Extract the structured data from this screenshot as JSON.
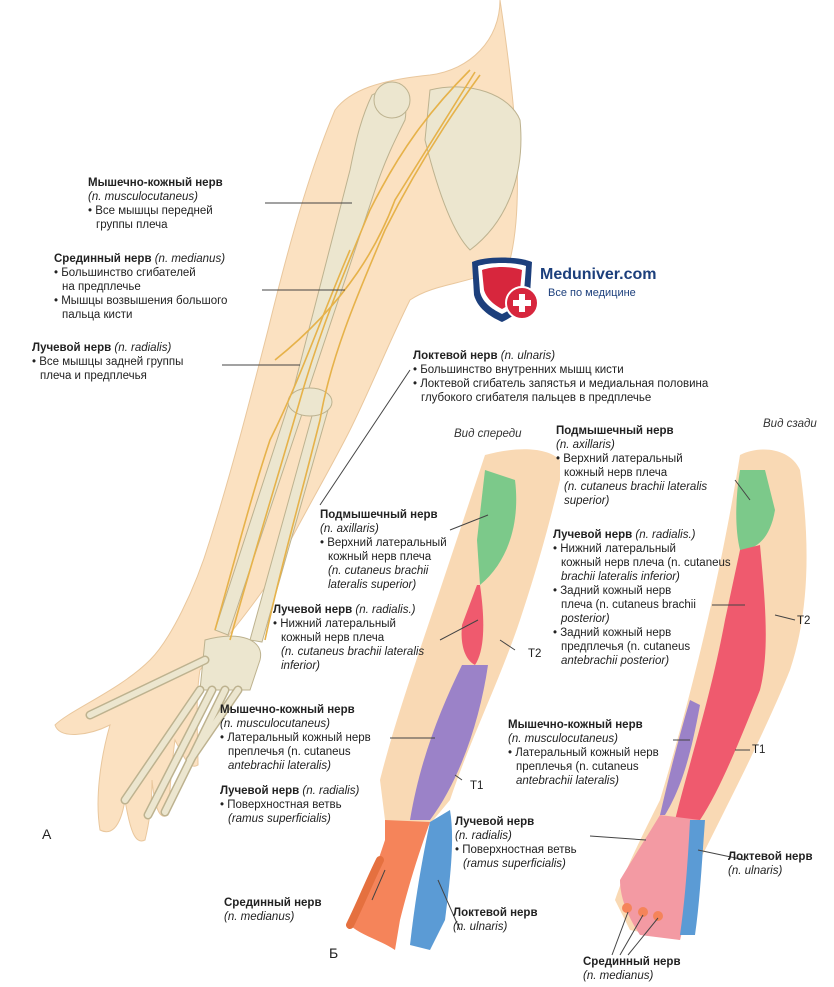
{
  "logo": {
    "name": "Meduniver.com",
    "tagline": "Все по медицине"
  },
  "figures": {
    "a": "А",
    "b": "Б"
  },
  "views": {
    "front": "Вид спереди",
    "back": "Вид сзади"
  },
  "segments": {
    "t1": "T1",
    "t2": "T2"
  },
  "colors": {
    "axillary": "#7cc98a",
    "radial": "#ef5a6e",
    "musculocutaneous": "#9b82c8",
    "ulnar": "#5b9bd5",
    "median": "#f5845a",
    "skin": "#f9d9b4",
    "bone": "#ece6cf",
    "nerve": "#e6b24a"
  },
  "labels": {
    "musc": {
      "title": "Мышечно-кожный нерв",
      "latin": "(n. musculocutaneus)",
      "items": [
        "• Все мышцы передней",
        "группы плеча"
      ]
    },
    "median": {
      "title": "Срединный нерв",
      "latin": "(n. medianus)",
      "items": [
        "• Большинство сгибателей",
        "на предплечье",
        "• Мышцы возвышения большого",
        "пальца кисти"
      ]
    },
    "radial": {
      "title": "Лучевой нерв",
      "latin": "(n. radialis)",
      "items": [
        "• Все мышцы задней группы",
        "плеча и предплечья"
      ]
    },
    "ulnar": {
      "title": "Локтевой нерв",
      "latin": "(n. ulnaris)",
      "items": [
        "• Большинство внутренних мышц кисти",
        "• Локтевой сгибатель запястья и медиальная половина",
        "глубокого сгибателя пальцев в предплечье"
      ]
    },
    "f_axillary": {
      "title": "Подмышечный нерв",
      "latin": "(n. axillaris)",
      "items": [
        "• Верхний латеральный",
        "кожный нерв плеча",
        "(n. cutaneus brachii",
        "lateralis superior)"
      ]
    },
    "f_radial": {
      "title": "Лучевой нерв",
      "latin": "(n. radialis.)",
      "items": [
        "• Нижний латеральный",
        "кожный нерв плеча",
        "(n. cutaneus brachii lateralis",
        "inferior)"
      ]
    },
    "f_musc": {
      "title": "Мышечно-кожный нерв",
      "latin": "(n. musculocutaneus)",
      "items": [
        "• Латеральный кожный нерв",
        "преплечья (n. cutaneus",
        "antebrachii lateralis)"
      ]
    },
    "f_radial2": {
      "title": "Лучевой нерв",
      "latin": "(n. radialis)",
      "items": [
        "• Поверхностная ветвь",
        "(ramus superficialis)"
      ]
    },
    "f_median": {
      "title": "Срединный нерв",
      "latin": "(n. medianus)",
      "items": []
    },
    "m_radial3": {
      "title": "Лучевой нерв",
      "latin": "(n. radialis)",
      "items": [
        "• Поверхностная ветвь",
        "(ramus superficialis)"
      ]
    },
    "f_ulnar": {
      "title": "Локтевой нерв",
      "latin": "(n. ulnaris)",
      "items": []
    },
    "b_axillary": {
      "title": "Подмышечный нерв",
      "latin": "(n. axillaris)",
      "items": [
        "• Верхний латеральный",
        "кожный нерв плеча",
        "(n. cutaneus brachii lateralis",
        "superior)"
      ]
    },
    "b_radial": {
      "title": "Лучевой нерв",
      "latin": "(n. radialis.)",
      "items": [
        "• Нижний латеральный",
        "кожный нерв плеча (n. cutaneus",
        "brachii lateralis inferior)",
        "• Задний кожный нерв",
        "плеча (n. cutaneus brachii",
        "posterior)",
        "• Задний кожный нерв",
        "предплечья (n. cutaneus",
        "antebrachii posterior)"
      ]
    },
    "b_musc": {
      "title": "Мышечно-кожный нерв",
      "latin": "(n. musculocutaneus)",
      "items": [
        "• Латеральный кожный нерв",
        "преплечья (n. cutaneus",
        "antebrachii lateralis)"
      ]
    },
    "b_ulnar": {
      "title": "Локтевой нерв",
      "latin": "(n. ulnaris)",
      "items": []
    },
    "b_median": {
      "title": "Срединный нерв",
      "latin": "(n. medianus)",
      "items": []
    }
  }
}
